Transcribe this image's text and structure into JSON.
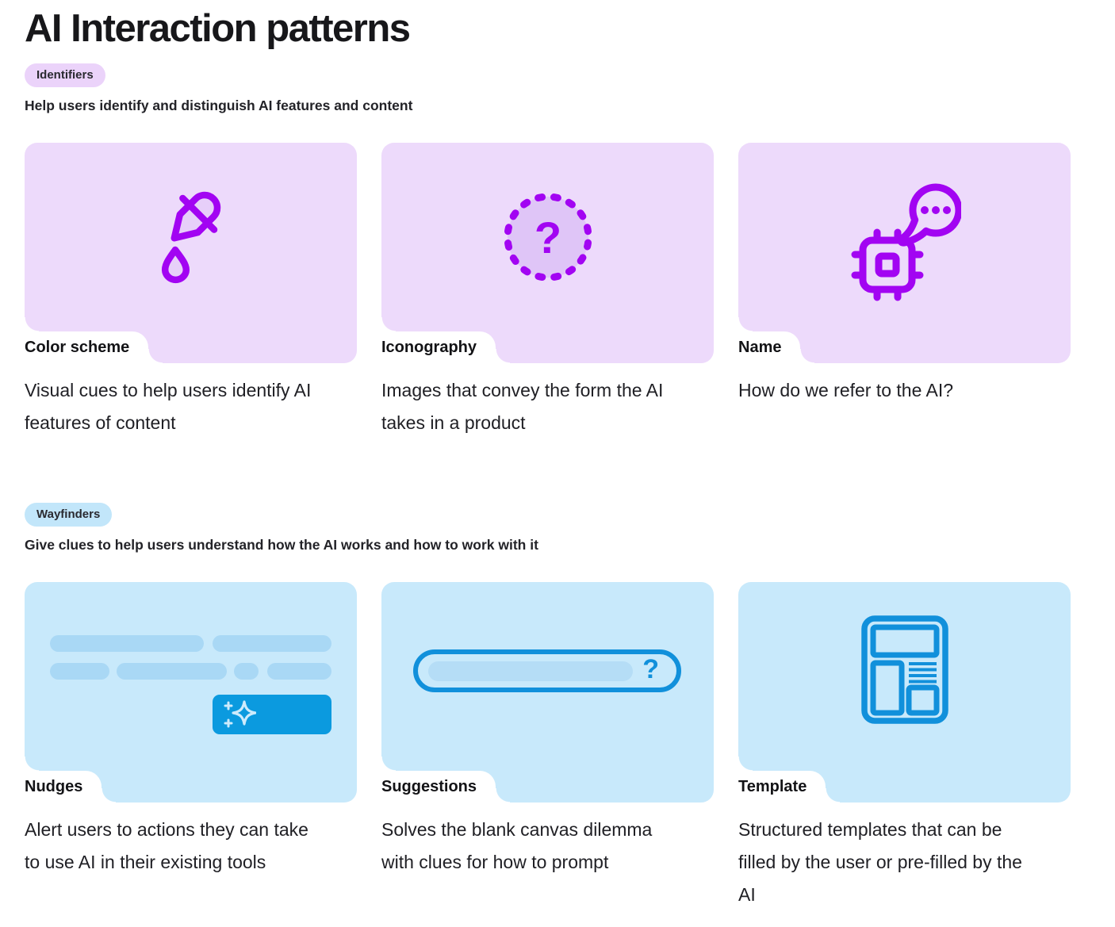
{
  "page": {
    "title": "AI Interaction patterns"
  },
  "theme": {
    "accent_purple": "#A204F2",
    "card_purple_bg": "#EDDAFB",
    "badge_purple_bg": "#EBD3FA",
    "accent_blue": "#1190DB",
    "button_blue": "#0B9ADF",
    "card_blue_bg": "#C8E9FB",
    "badge_blue_bg": "#C2E6FA",
    "skeleton_blue": "#A9D8F5",
    "text_color": "#1C1C21"
  },
  "sections": [
    {
      "badge": "Identifiers",
      "subtitle": "Help users identify and distinguish AI features and content",
      "cards": [
        {
          "label": "Color scheme",
          "icon": "eyedropper-icon",
          "description": "Visual cues to help users identify AI\nfeatures of content"
        },
        {
          "label": "Iconography",
          "icon": "question-circle-icon",
          "description": "Images that convey the form the AI\ntakes in a product"
        },
        {
          "label": "Name",
          "icon": "chip-chat-icon",
          "description": "How do we refer to the AI?"
        }
      ]
    },
    {
      "badge": "Wayfinders",
      "subtitle": "Give clues to help users understand how the AI works and how to work with it",
      "cards": [
        {
          "label": "Nudges",
          "icon": "skeleton-nudge-icon",
          "description": "Alert users to actions they can take\nto use AI in their existing tools"
        },
        {
          "label": "Suggestions",
          "icon": "prompt-input-icon",
          "description": "Solves the blank canvas dilemma\nwith clues for how to prompt"
        },
        {
          "label": "Template",
          "icon": "template-layout-icon",
          "description": "Structured templates that can be\nfilled by the user or pre-filled by the\nAI"
        }
      ]
    }
  ]
}
